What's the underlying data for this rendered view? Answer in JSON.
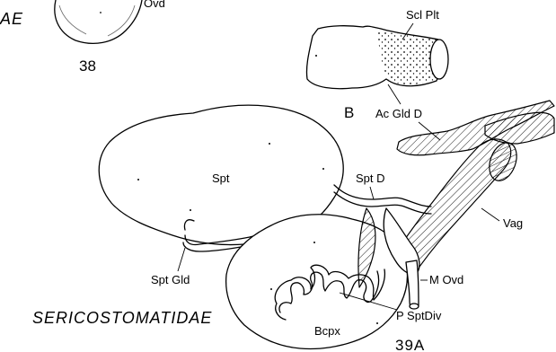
{
  "labels": {
    "fig38_partial": "Ovd",
    "fig38_family_partial": "AE",
    "fig38_number": "38",
    "scl_plt": "Scl Plt",
    "panel_b": "B",
    "ac_gld_d": "Ac Gld D",
    "spt": "Spt",
    "spt_d": "Spt D",
    "vag": "Vag",
    "spt_gld": "Spt Gld",
    "m_ovd": "M Ovd",
    "family": "SERICOSTOMATIDAE",
    "p_sptdiv": "P SptDiv",
    "bcpx": "Bcpx",
    "fig39a": "39A"
  }
}
